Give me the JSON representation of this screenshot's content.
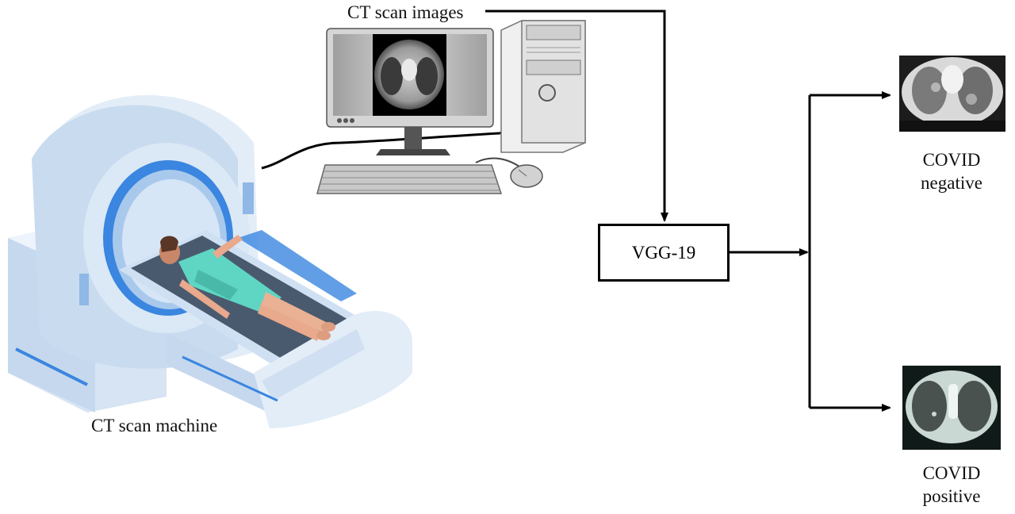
{
  "labels": {
    "ct_images": "CT scan images",
    "ct_machine": "CT scan machine",
    "model": "VGG-19",
    "negative_line1": "COVID",
    "negative_line2": "negative",
    "positive_line1": "COVID",
    "positive_line2": "positive"
  },
  "colors": {
    "line": "#000000",
    "machine_body": "#dbe8f5",
    "machine_accent": "#3a86e0",
    "patient_gown": "#5fd6c4",
    "monitor_frame": "#d9d9d9",
    "tower": "#e6e6e6"
  },
  "icons": [
    "ct-scanner-illustration",
    "patient-icon",
    "monitor-icon",
    "computer-tower-icon",
    "keyboard-icon",
    "mouse-icon",
    "lung-ct-thumbnail-icon"
  ]
}
